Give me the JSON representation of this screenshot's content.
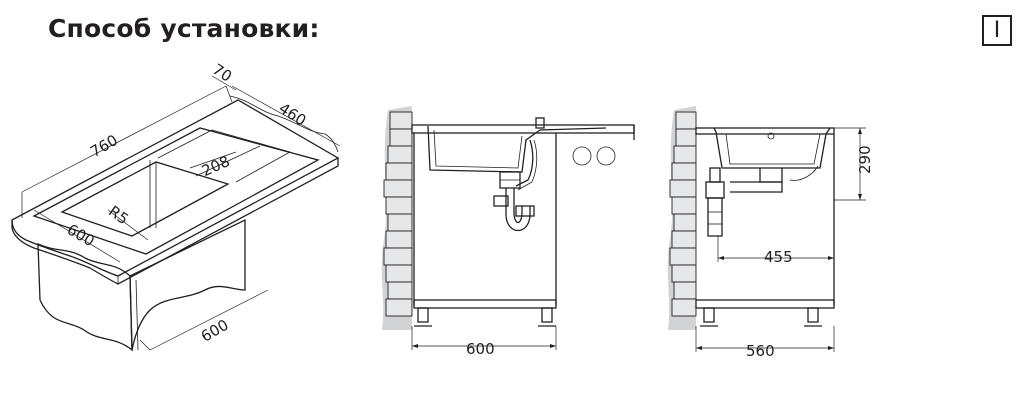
{
  "header": {
    "title": "Способ установки:",
    "badge": "I"
  },
  "iso_view": {
    "dims": {
      "depth_top": "70",
      "bowl_depth": "460",
      "length": "760",
      "drainer": "208",
      "radius": "R5",
      "width": "600",
      "cabinet": "600"
    }
  },
  "front_view": {
    "dims": {
      "cabinet_width": "600"
    }
  },
  "side_view": {
    "dims": {
      "height": "290",
      "drain_offset": "455",
      "cabinet_depth": "560"
    }
  },
  "colors": {
    "line": "#231f20",
    "brick": "#e6e7e8",
    "wall": "#d1d3d4"
  }
}
